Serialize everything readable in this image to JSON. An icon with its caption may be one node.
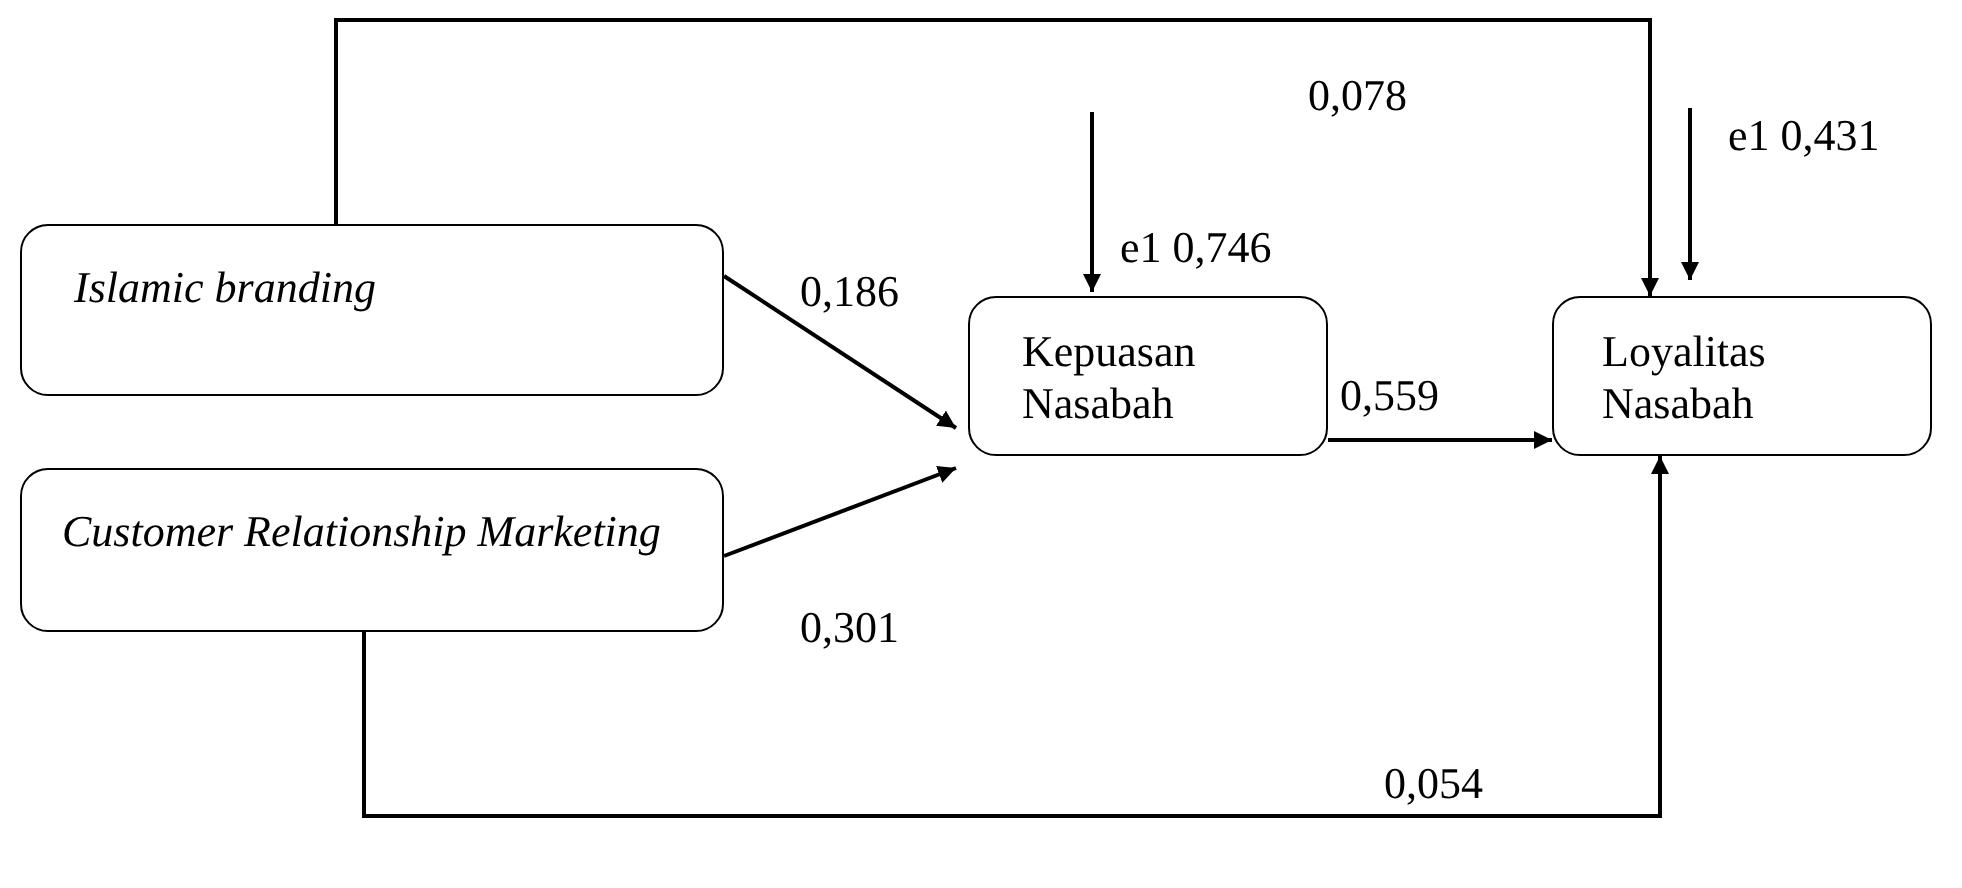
{
  "diagram": {
    "nodes": [
      {
        "text": [
          "Islamic branding"
        ]
      },
      {
        "text": [
          "Customer Relationship Marketing"
        ]
      },
      {
        "text": [
          "Kepuasan Nasabah"
        ]
      },
      {
        "text": [
          "Loyalitas Nasabah"
        ]
      }
    ],
    "edges": [
      {
        "from": 0,
        "to": 2,
        "arrow": "to",
        "label": "0,186"
      },
      {
        "from": 1,
        "to": 2,
        "arrow": "to",
        "label": "0,301"
      },
      {
        "from": 2,
        "to": 3,
        "arrow": "to",
        "label": "0,559"
      },
      {
        "from": 0,
        "to": 3,
        "arrow": "to",
        "label": "0,078"
      },
      {
        "from": 1,
        "to": 3,
        "arrow": "to",
        "label": "0,054"
      },
      {
        "from": null,
        "to": 2,
        "arrow": "to",
        "label": "e1 0,746"
      },
      {
        "from": null,
        "to": 3,
        "arrow": "to",
        "label": "e1 0,431"
      }
    ]
  }
}
